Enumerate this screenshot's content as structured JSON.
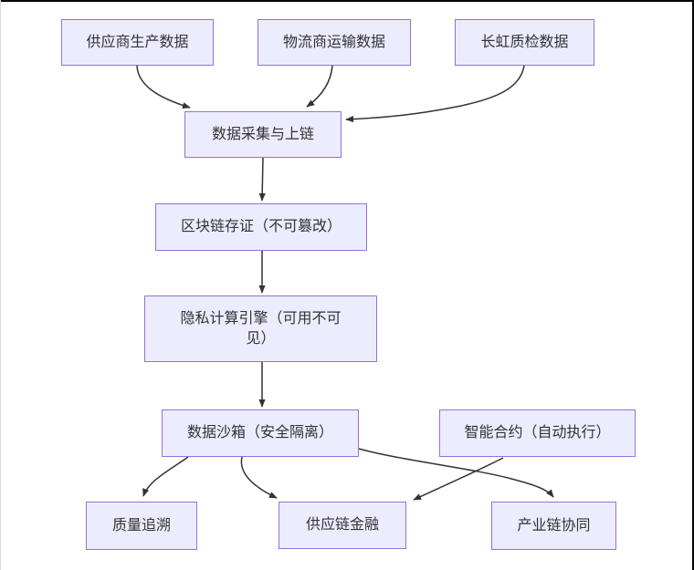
{
  "diagram": {
    "type": "flowchart",
    "direction": "top-down",
    "colors": {
      "background": "#ffffff",
      "node_fill": "#ECECFF",
      "node_border": "#9370DB",
      "text": "#333333",
      "edge": "#333333",
      "screen_edge": "#000000"
    },
    "nodes": [
      {
        "id": "supplier-production-data",
        "label": "供应商生产数据"
      },
      {
        "id": "logistics-transport-data",
        "label": "物流商运输数据"
      },
      {
        "id": "changhong-quality-data",
        "label": "长虹质检数据"
      },
      {
        "id": "data-collection-onchain",
        "label": "数据采集与上链"
      },
      {
        "id": "blockchain-evidence",
        "label": "区块链存证（不可篡改）"
      },
      {
        "id": "privacy-computing-engine",
        "label": "隐私计算引擎（可用不可见）"
      },
      {
        "id": "data-sandbox",
        "label": "数据沙箱（安全隔离）"
      },
      {
        "id": "smart-contract",
        "label": "智能合约（自动执行）"
      },
      {
        "id": "quality-traceability",
        "label": "质量追溯"
      },
      {
        "id": "supply-chain-finance",
        "label": "供应链金融"
      },
      {
        "id": "industry-chain-collaboration",
        "label": "产业链协同"
      }
    ],
    "edges": [
      {
        "from": "supplier-production-data",
        "to": "data-collection-onchain"
      },
      {
        "from": "logistics-transport-data",
        "to": "data-collection-onchain"
      },
      {
        "from": "changhong-quality-data",
        "to": "data-collection-onchain"
      },
      {
        "from": "data-collection-onchain",
        "to": "blockchain-evidence"
      },
      {
        "from": "blockchain-evidence",
        "to": "privacy-computing-engine"
      },
      {
        "from": "privacy-computing-engine",
        "to": "data-sandbox"
      },
      {
        "from": "data-sandbox",
        "to": "quality-traceability"
      },
      {
        "from": "data-sandbox",
        "to": "supply-chain-finance"
      },
      {
        "from": "data-sandbox",
        "to": "industry-chain-collaboration"
      },
      {
        "from": "smart-contract",
        "to": "supply-chain-finance"
      }
    ]
  }
}
